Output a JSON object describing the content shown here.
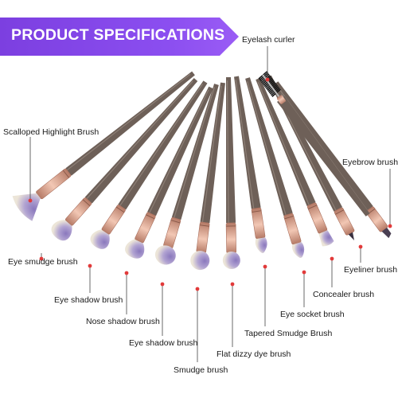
{
  "header": {
    "title": "PRODUCT SPECIFICATIONS",
    "color": "#7c3fe0"
  },
  "colors": {
    "handle": "#6e6058",
    "ferrule": "#d9a08a",
    "bristle_tip": "#8b7ab8",
    "bristle_base": "#ece5d8",
    "callout_dot": "#e23a3a"
  },
  "callouts": {
    "eyelash_curler": "Eyelash curler",
    "scalloped_highlight_brush": "Scalloped Highlight Brush",
    "eyebrow_brush": "Eyebrow brush",
    "eye_smudge_brush": "Eye smudge brush",
    "eyeliner_brush": "Eyeliner brush",
    "eye_shadow_brush_1": "Eye shadow brush",
    "concealer_brush": "Concealer brush",
    "nose_shadow_brush": "Nose shadow brush",
    "eye_socket_brush": "Eye socket brush",
    "eye_shadow_brush_2": "Eye shadow brush",
    "tapered_smudge_brush": "Tapered Smudge Brush",
    "flat_dizzy_dye_brush": "Flat dizzy dye brush",
    "smudge_brush": "Smudge brush"
  }
}
